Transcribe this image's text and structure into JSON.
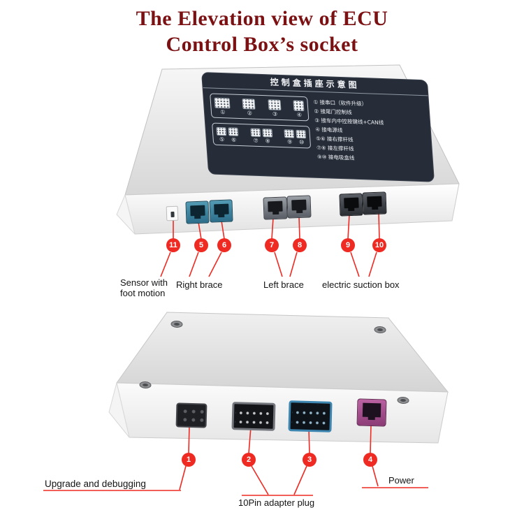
{
  "title": {
    "line1": "The Elevation view of ECU",
    "line2": "Control Box’s socket"
  },
  "colors": {
    "title_text": "#7c1114",
    "callout_red": "#ee2a22",
    "panel_background": "#262d38",
    "socket_blue": "#3f89a6",
    "socket_purple": "#a54a8c"
  },
  "diagram_panel": {
    "title": "控制盒插座示意图",
    "icon_numbers_row1": [
      "①",
      "②",
      "③",
      "④"
    ],
    "icon_numbers_row2": [
      "⑤",
      "⑥",
      "⑦",
      "⑧",
      "⑨",
      "⑩"
    ],
    "legend": [
      "① 接串口（软件升级）",
      "② 接尾门控制线",
      "③ 接车内中控按键线+CAN线",
      "④ 接电源线",
      "⑤⑥ 接右撑杆线",
      "⑦⑧ 接左撑杆线",
      "⑨⑩ 接电吸盒线"
    ]
  },
  "top_view": {
    "callouts": [
      "11",
      "5",
      "6",
      "7",
      "8",
      "9",
      "10"
    ],
    "labels": {
      "sensor_line1": "Sensor with",
      "sensor_line2": "foot motion",
      "right_brace": "Right brace",
      "left_brace": "Left brace",
      "electric_suction_box": "electric suction box"
    }
  },
  "bottom_view": {
    "callouts": [
      "1",
      "2",
      "3",
      "4"
    ],
    "labels": {
      "upgrade": "Upgrade and debugging",
      "adapter": "10Pin adapter plug",
      "power": "Power"
    }
  }
}
